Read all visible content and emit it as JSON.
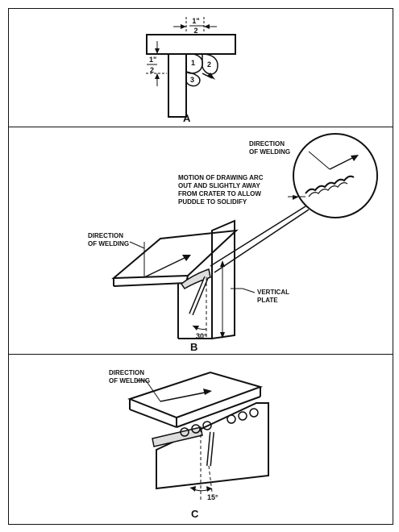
{
  "panels": {
    "a": {
      "caption": "A",
      "dim_top_num": "1\"",
      "dim_top_den": "2",
      "dim_side_num": "1\"",
      "dim_side_den": "2",
      "beads": [
        "1",
        "2",
        "3"
      ]
    },
    "b": {
      "caption": "B",
      "direction_inset": [
        "DIRECTION",
        "OF WELDING"
      ],
      "motion_note": [
        "MOTION OF DRAWING ARC",
        "OUT AND SLIGHTLY AWAY",
        "FROM CRATER TO ALLOW",
        "PUDDLE TO SOLIDIFY"
      ],
      "direction_main": [
        "DIRECTION",
        "OF WELDING"
      ],
      "vertical_plate": [
        "VERTICAL",
        "PLATE"
      ],
      "angle": "30°"
    },
    "c": {
      "caption": "C",
      "direction": [
        "DIRECTION",
        "OF WELDING"
      ],
      "angle": "15°"
    }
  }
}
